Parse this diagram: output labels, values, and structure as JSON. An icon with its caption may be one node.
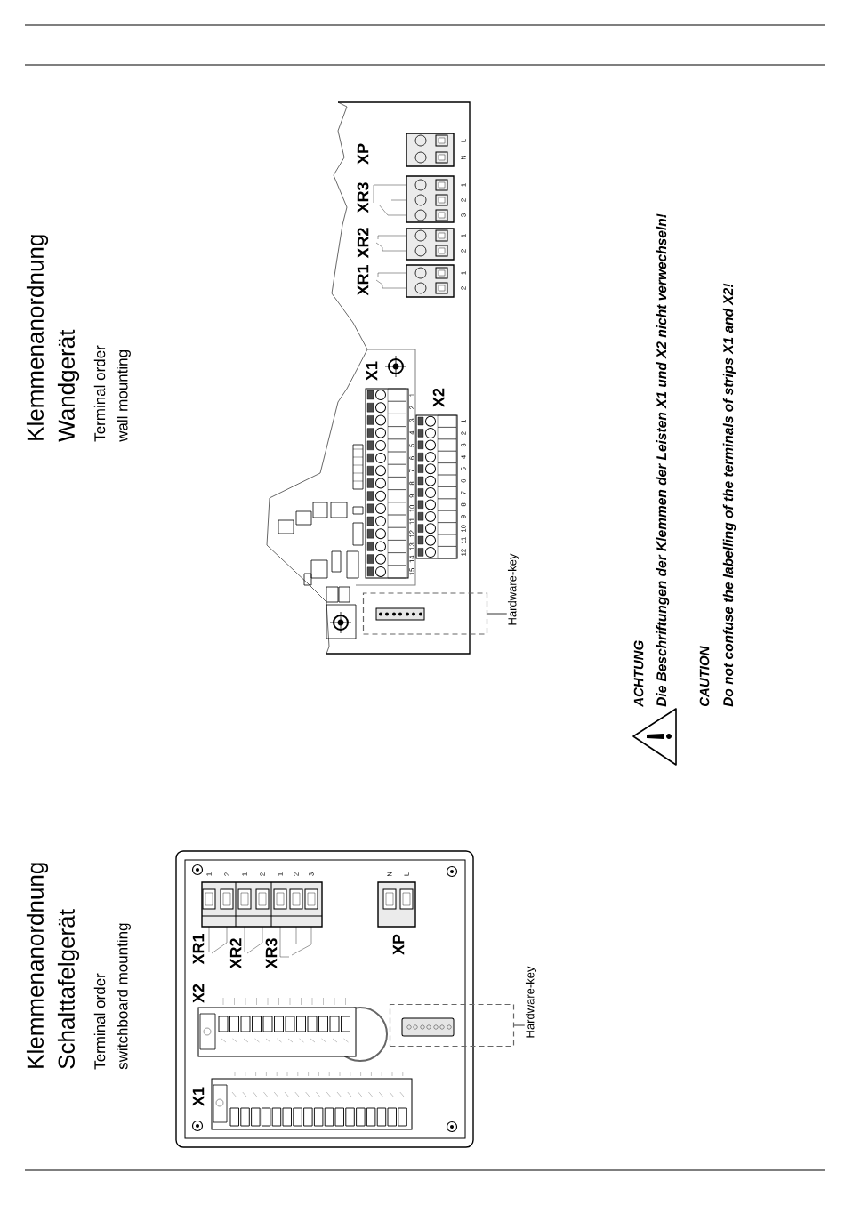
{
  "diagram": {
    "nodes": [
      {
        "text": [
          "Hardware-key"
        ]
      },
      {
        "text": [],
        "shape": "box"
      },
      {
        "text": [
          "Hardware-key"
        ]
      },
      {
        "text": [],
        "shape": "box"
      }
    ],
    "edges": [
      {
        "from": 0,
        "to": 1,
        "arrow": "none"
      },
      {
        "from": 2,
        "to": 3,
        "arrow": "none"
      }
    ],
    "labels": [
      "Klemmenanordnung",
      "Wandgerät",
      "Terminal order",
      "wall mounting",
      "XP",
      "XR3",
      "XR2",
      "XR1",
      "X1",
      "X2",
      "L",
      "N",
      "1",
      "2",
      "3",
      "1",
      "2",
      "1",
      "2",
      "1",
      "2",
      "3",
      "4",
      "5",
      "6",
      "7",
      "8",
      "9",
      "10",
      "11",
      "12",
      "13",
      "14",
      "15",
      "1",
      "2",
      "3",
      "4",
      "5",
      "6",
      "7",
      "8",
      "9",
      "10",
      "11",
      "12",
      "ACHTUNG",
      "Die Beschriftungen der Klemmen der Leisten X1 und X2 nicht verwechseln!",
      "CAUTION",
      "Do not confuse the labelling of the terminals of strips X1 and X2!",
      "Klemmenanordnung",
      "Schalttafelgerät",
      "Terminal order",
      "switchboard mounting",
      "XR1",
      "XR2",
      "XR3",
      "XP",
      "X2",
      "X1",
      "1",
      "2",
      "1",
      "2",
      "1",
      "2",
      "3",
      "N",
      "L"
    ]
  }
}
